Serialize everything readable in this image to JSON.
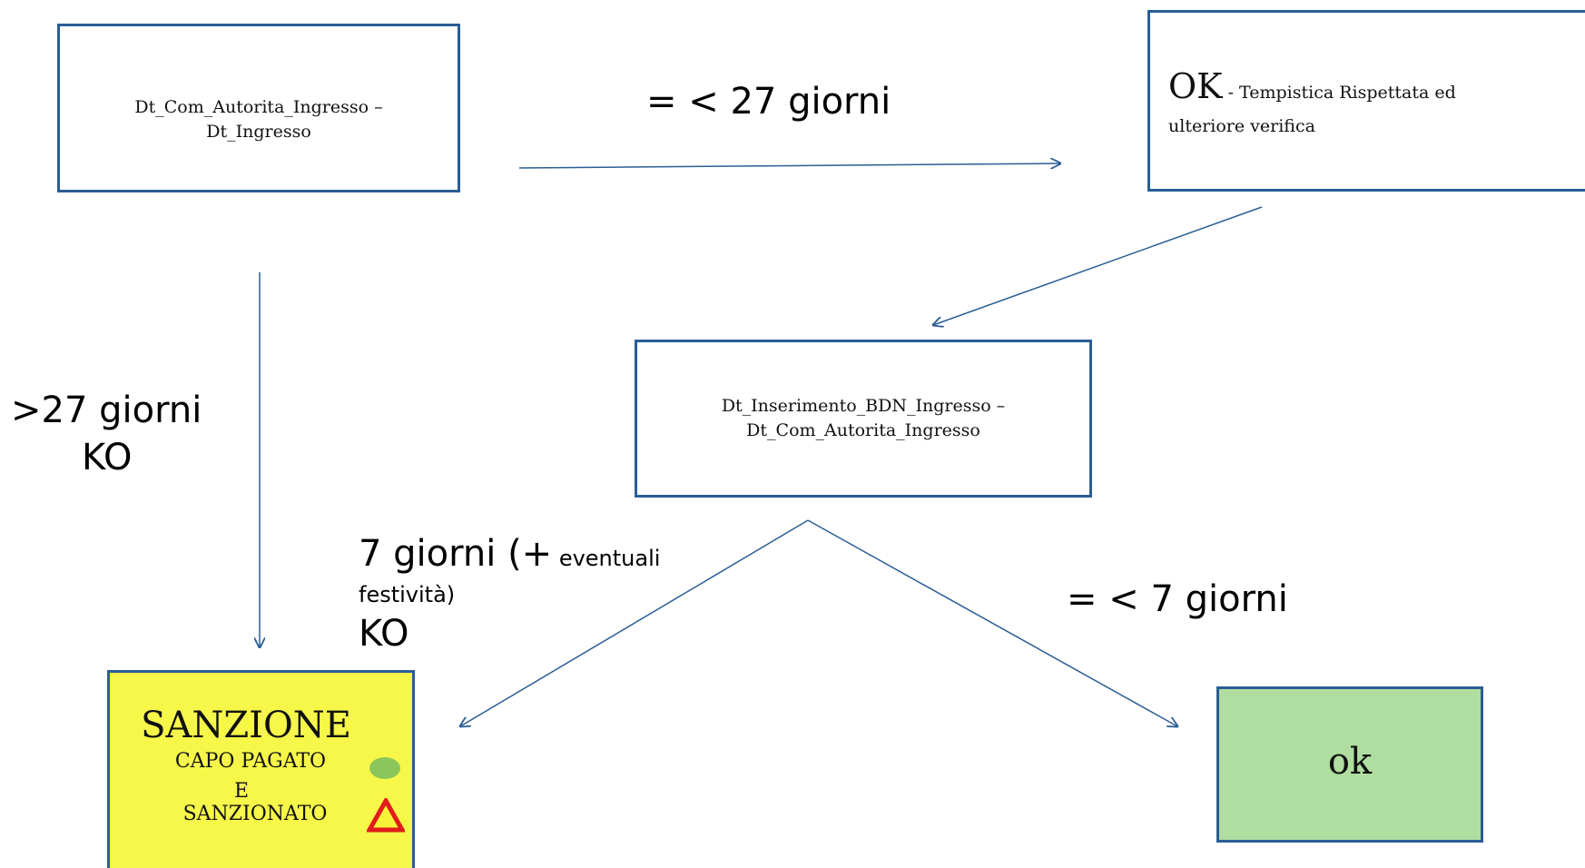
{
  "nodes": {
    "start": {
      "line1": "Dt_Com_Autorita_Ingresso –",
      "line2": "Dt_Ingresso"
    },
    "ok_top": {
      "big": "OK",
      "rest1": " - Tempistica Rispettata ed",
      "rest2": "ulteriore verifica"
    },
    "middle": {
      "line1": "Dt_Inserimento_BDN_Ingresso –",
      "line2": "Dt_Com_Autorita_Ingresso"
    },
    "sanzione": {
      "title": "SANZIONE",
      "line1": "CAPO PAGATO",
      "line2": "E",
      "line3": "SANZIONATO"
    },
    "ok_bottom": {
      "text": "ok"
    }
  },
  "edges": {
    "start_to_ok": "= < 27 giorni",
    "start_to_sanzione_1": ">27 giorni",
    "start_to_sanzione_2": "KO",
    "middle_to_sanzione_1": "7 giorni (",
    "middle_to_sanzione_plus": "+",
    "middle_to_sanzione_small1": " eventuali",
    "middle_to_sanzione_small2": "festività)",
    "middle_to_sanzione_ko": "KO",
    "middle_to_ok": "= < 7 giorni"
  },
  "colors": {
    "border": "#2a5e95",
    "sanzione_fill": "#f7f74a",
    "ok_fill": "#b0dda0",
    "green_dot": "#8cc65a",
    "warning_red": "#e21b1b",
    "warning_yellow": "#f7f23a"
  },
  "icons": {
    "green_dot": "green-circle-icon",
    "warning": "warning-triangle-icon"
  }
}
